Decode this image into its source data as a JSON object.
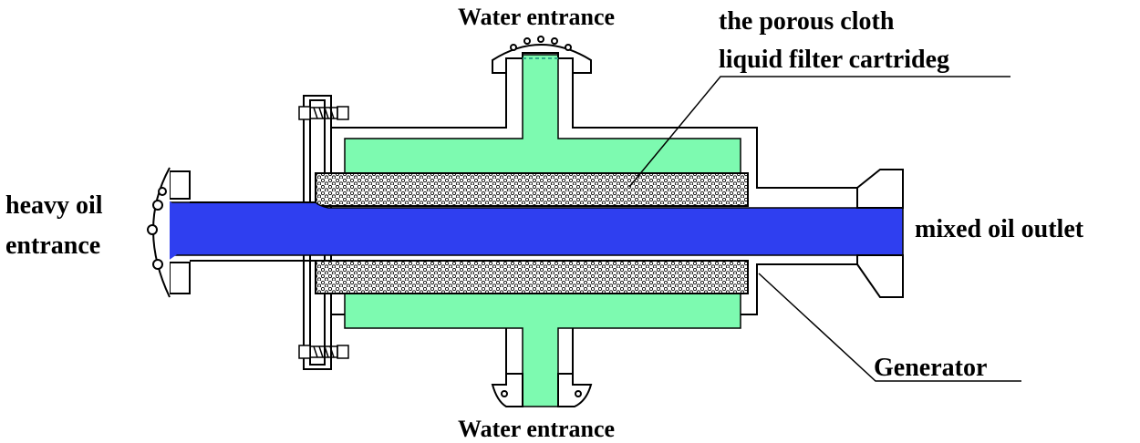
{
  "labels": {
    "water_top": "Water entrance",
    "water_bottom": "Water entrance",
    "cloth_line1": "the porous cloth",
    "cloth_line2": "liquid filter cartrideg",
    "heavy_line1": "heavy oil",
    "heavy_line2": "entrance",
    "mixed_outlet": "mixed oil outlet",
    "generator": "Generator"
  },
  "colors": {
    "water": "#7dfab0",
    "oil": "#2f3ff0",
    "outline": "#000000",
    "background": "#ffffff"
  }
}
